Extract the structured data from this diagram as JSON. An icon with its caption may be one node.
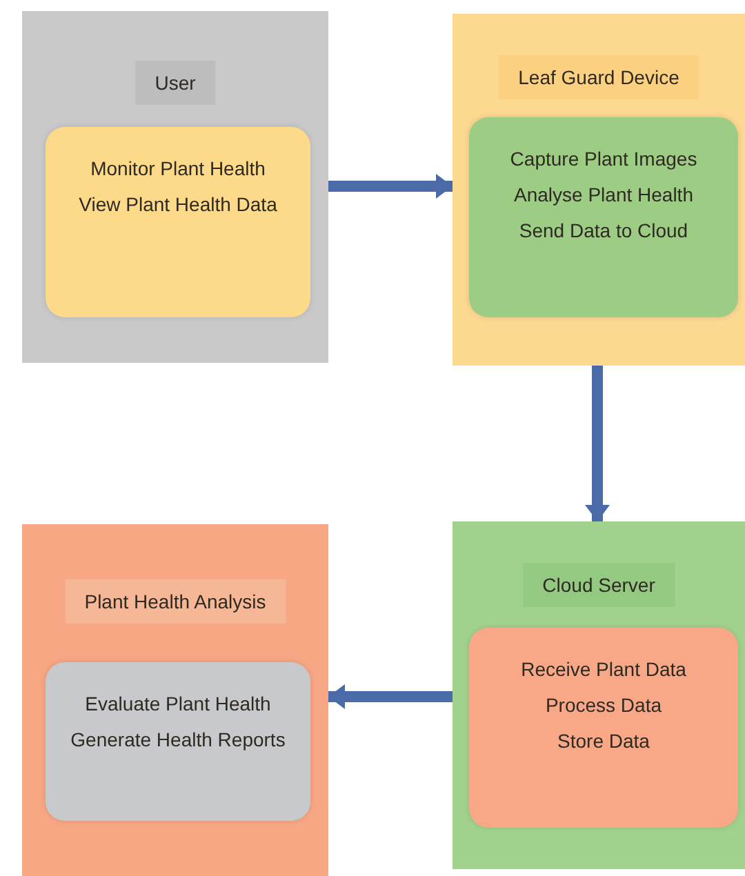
{
  "diagram": {
    "nodes": [
      {
        "text": [
          "User"
        ]
      },
      {
        "text": [
          "Monitor Plant Health",
          "View Plant Health Data"
        ],
        "in": 0
      },
      {
        "text": [
          "Leaf Guard Device"
        ]
      },
      {
        "text": [
          "Capture Plant Images",
          "Analyse Plant Health",
          "Send Data to Cloud"
        ],
        "in": 2
      },
      {
        "text": [
          "Plant Health Analysis"
        ]
      },
      {
        "text": [
          "Evaluate Plant Health",
          "Generate Health Reports"
        ],
        "in": 4
      },
      {
        "text": [
          "Cloud Server"
        ]
      },
      {
        "text": [
          "Receive Plant Data",
          "Process Data",
          "Store Data"
        ],
        "in": 6
      }
    ],
    "edges": [
      {
        "from": 0,
        "to": 2,
        "arrow": "to"
      },
      {
        "from": 2,
        "to": 6,
        "arrow": "to"
      },
      {
        "from": 6,
        "to": 4,
        "arrow": "to"
      }
    ]
  }
}
